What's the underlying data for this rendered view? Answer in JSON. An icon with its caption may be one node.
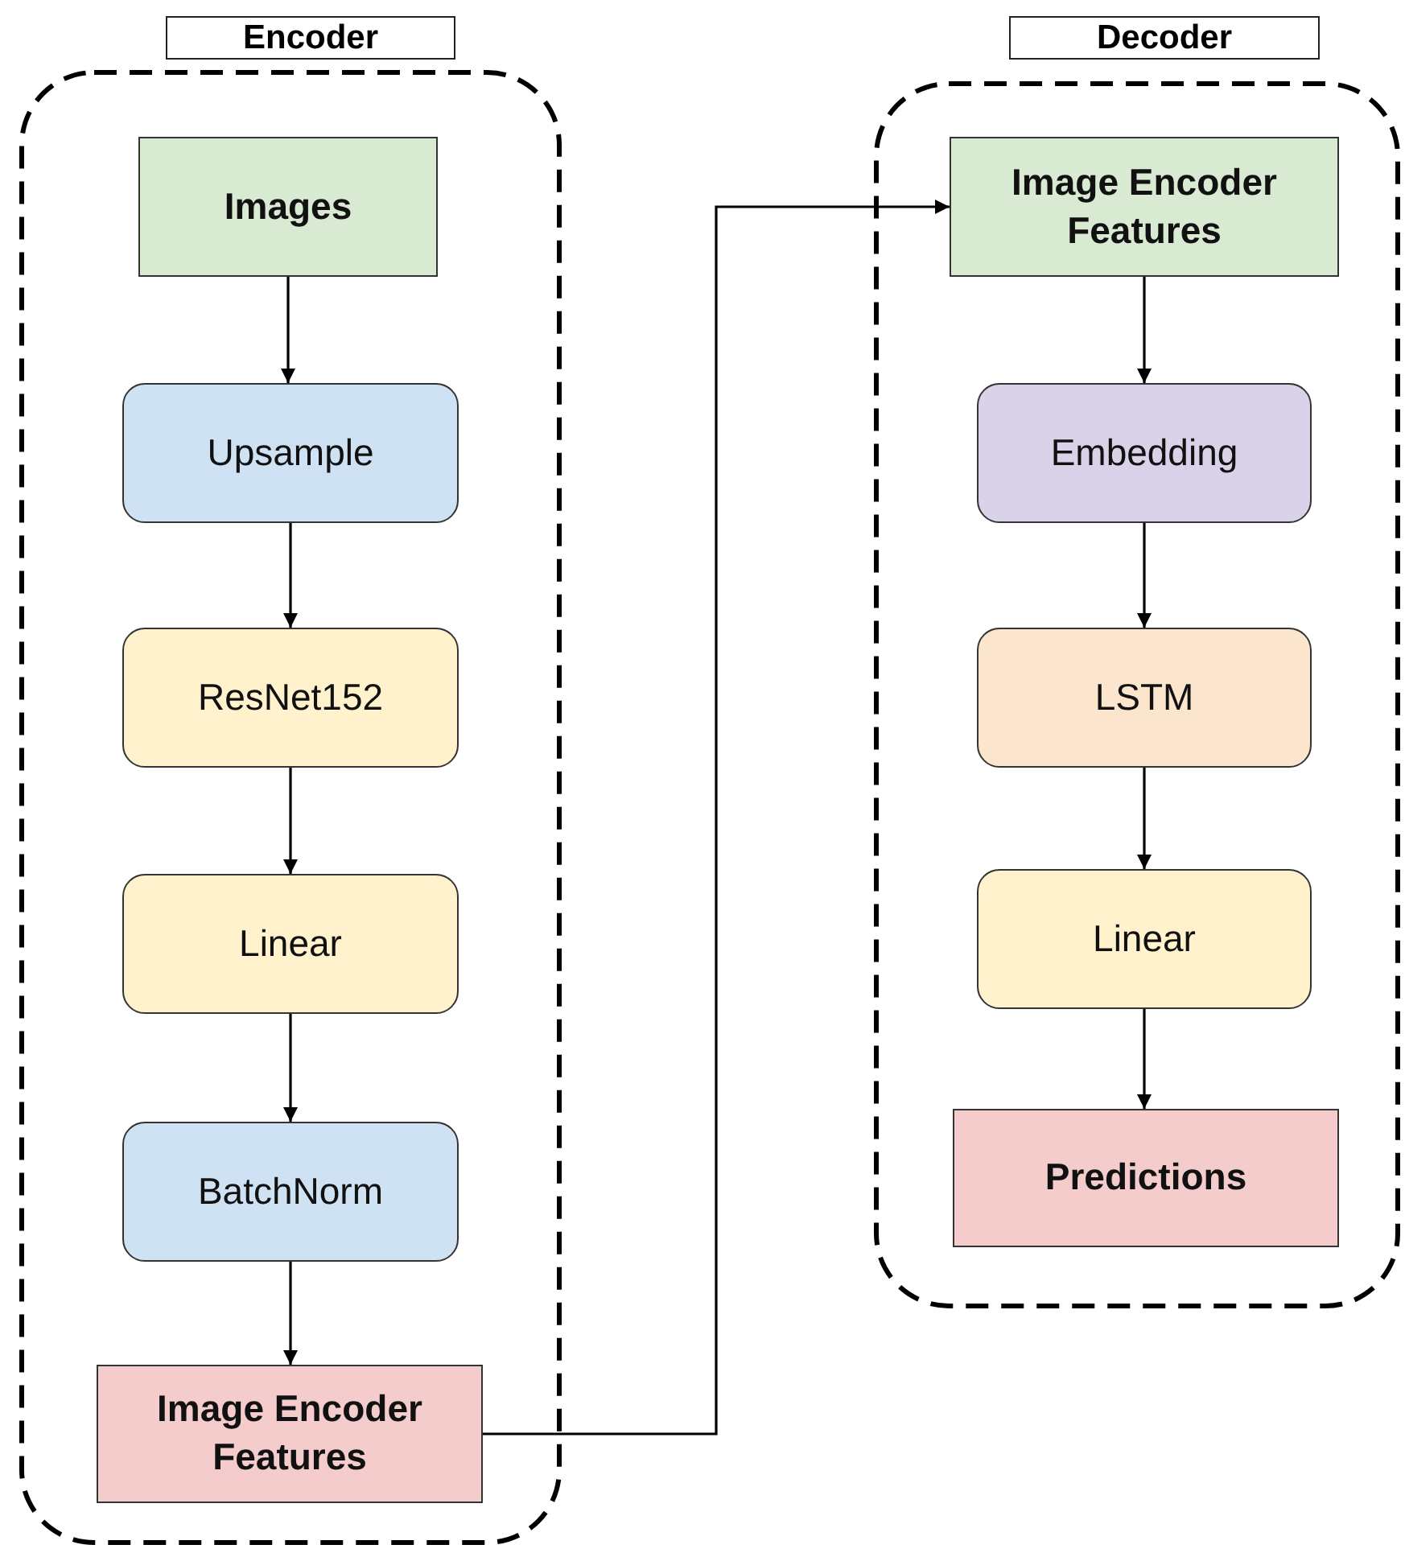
{
  "diagram": {
    "nodes": [
      {
        "text": [
          "Encoder"
        ]
      },
      {
        "text": [
          "Images"
        ],
        "in": 0
      },
      {
        "text": [
          "Upsample"
        ],
        "in": 0
      },
      {
        "text": [
          "ResNet152"
        ],
        "in": 0
      },
      {
        "text": [
          "Linear"
        ],
        "in": 0
      },
      {
        "text": [
          "BatchNorm"
        ],
        "in": 0
      },
      {
        "text": [
          "Image Encoder Features"
        ],
        "in": 0
      },
      {
        "text": [
          "Decoder"
        ]
      },
      {
        "text": [
          "Image Encoder Features"
        ],
        "in": 7
      },
      {
        "text": [
          "Embedding"
        ],
        "in": 7
      },
      {
        "text": [
          "LSTM"
        ],
        "in": 7
      },
      {
        "text": [
          "Linear"
        ],
        "in": 7
      },
      {
        "text": [
          "Predictions"
        ],
        "in": 7
      }
    ],
    "edges": [
      {
        "from": 1,
        "to": 2,
        "arrow": "to"
      },
      {
        "from": 2,
        "to": 3,
        "arrow": "to"
      },
      {
        "from": 3,
        "to": 4,
        "arrow": "to"
      },
      {
        "from": 4,
        "to": 5,
        "arrow": "to"
      },
      {
        "from": 5,
        "to": 6,
        "arrow": "to"
      },
      {
        "from": 6,
        "to": 8,
        "arrow": "to"
      },
      {
        "from": 8,
        "to": 9,
        "arrow": "to"
      },
      {
        "from": 9,
        "to": 10,
        "arrow": "to"
      },
      {
        "from": 10,
        "to": 11,
        "arrow": "to"
      },
      {
        "from": 11,
        "to": 12,
        "arrow": "to"
      }
    ]
  }
}
